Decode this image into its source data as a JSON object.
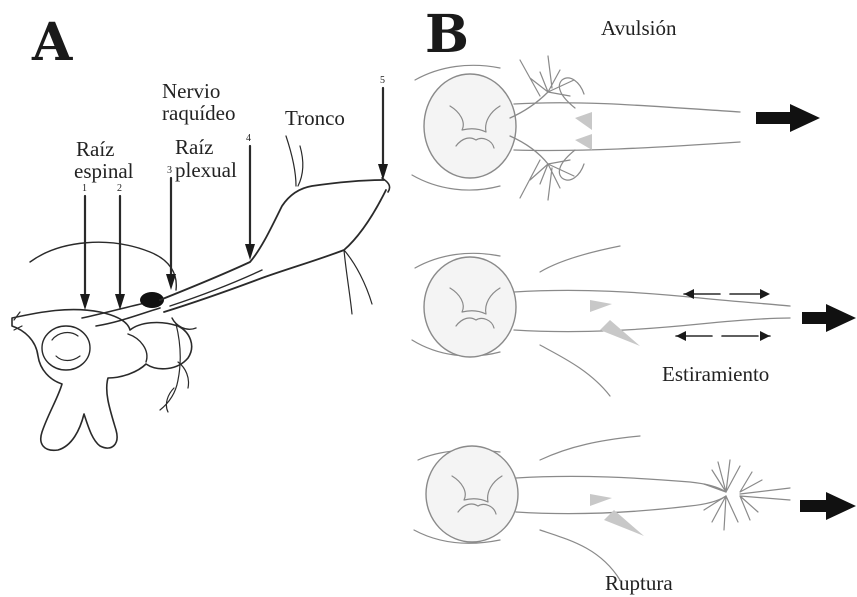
{
  "panels": {
    "a": {
      "letter": "A",
      "labels": {
        "raiz_espinal_1": "Raíz",
        "raiz_espinal_2": "espinal",
        "nervio_1": "Nervio",
        "nervio_2": "raquídeo",
        "raiz_plexual_1": "Raíz",
        "raiz_plexual_2": "plexual",
        "tronco": "Tronco"
      },
      "markers": [
        "1",
        "2",
        "3",
        "4",
        "5"
      ]
    },
    "b": {
      "letter": "B",
      "labels": {
        "avulsion": "Avulsión",
        "estiramiento": "Estiramiento",
        "ruptura": "Ruptura"
      }
    }
  },
  "colors": {
    "ink": "#2a2a2a",
    "soft_line": "#8a8a8a",
    "cord_fill": "#f4f4f4",
    "ganglion": "#111111"
  }
}
